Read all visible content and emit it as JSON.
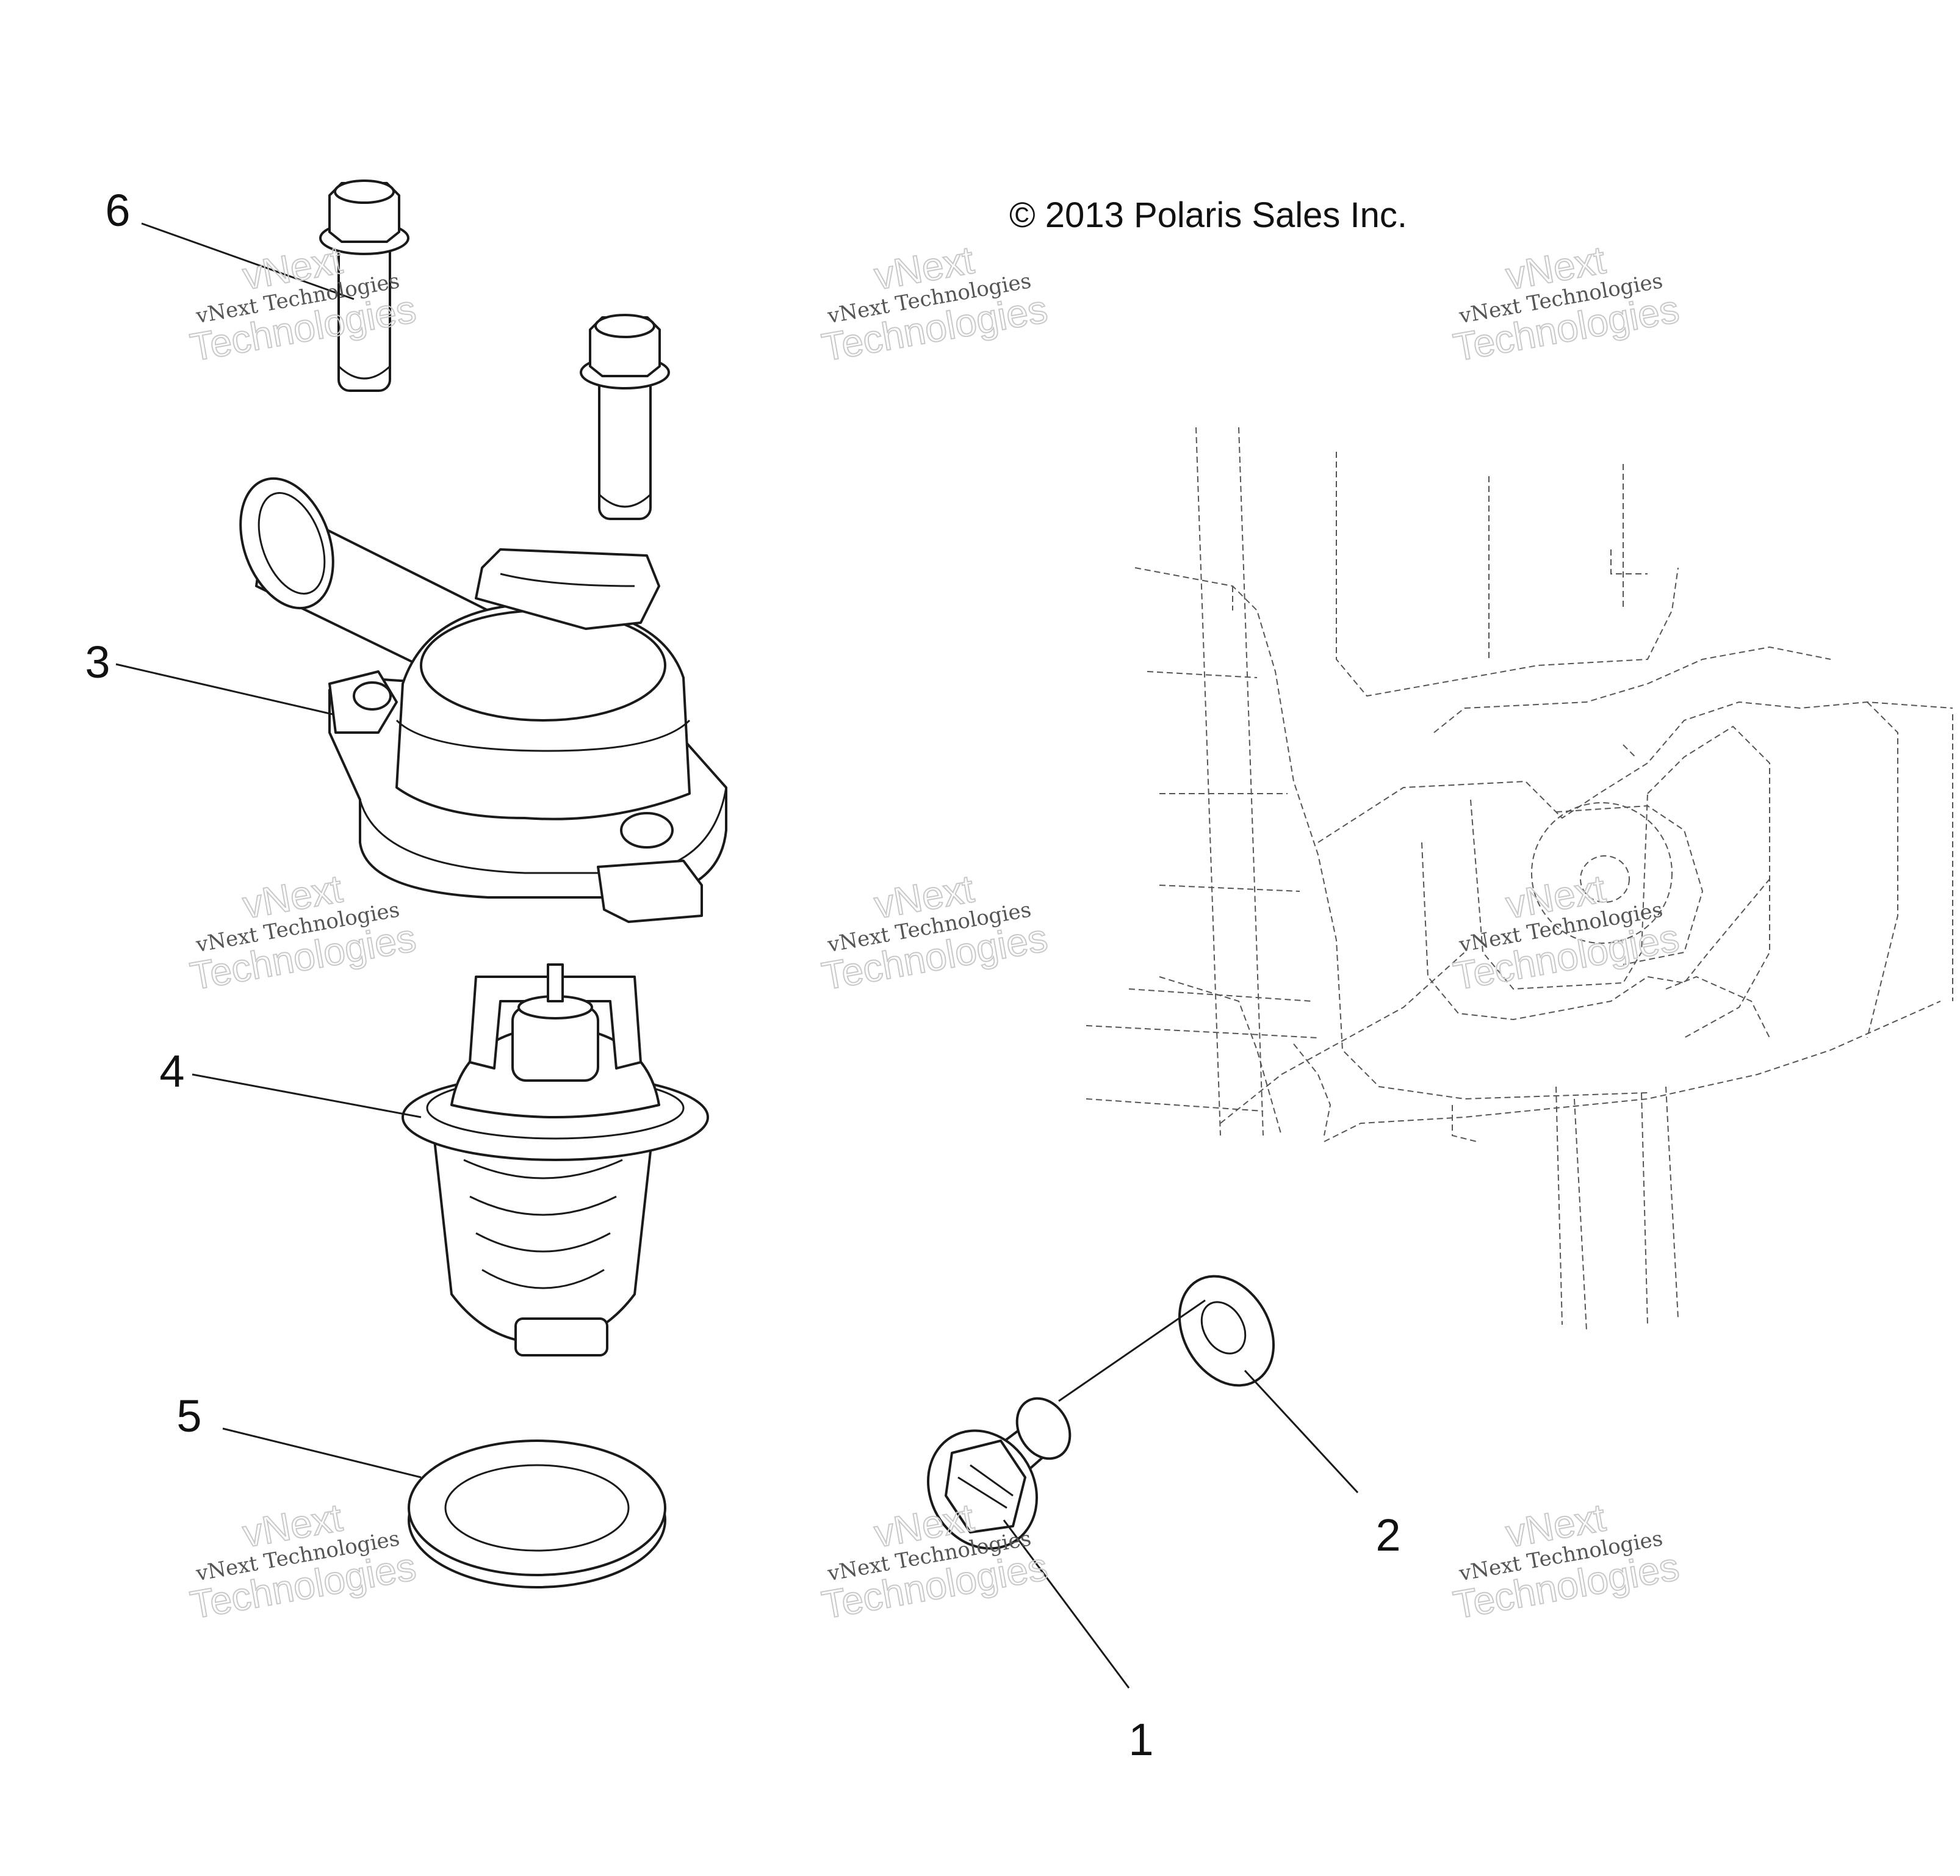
{
  "copyright": "© 2013 Polaris Sales Inc.",
  "callouts": [
    "1",
    "2",
    "3",
    "4",
    "5",
    "6"
  ],
  "watermark": {
    "line1": "vNext Technologies",
    "line2": "vNext",
    "line3": "Technologies"
  }
}
